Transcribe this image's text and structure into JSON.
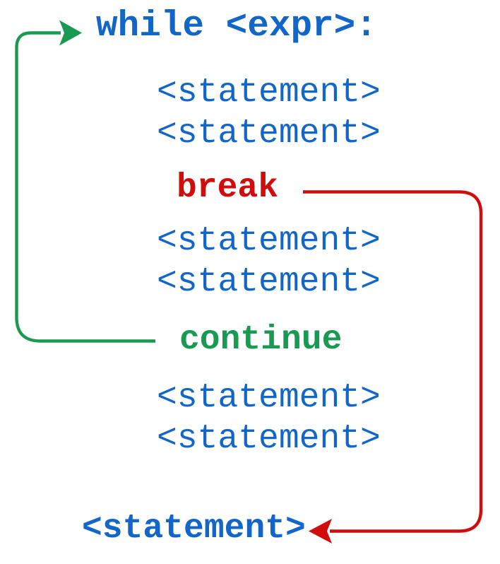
{
  "colors": {
    "blue": "#1266c8",
    "red": "#d10c0c",
    "green": "#189a52",
    "background": "#ffffff"
  },
  "lines": [
    {
      "id": "while-header",
      "text": "while <expr>:",
      "color": "blue",
      "bold": true
    },
    {
      "id": "statement-1",
      "text": "<statement>",
      "color": "blue",
      "bold": false
    },
    {
      "id": "statement-2",
      "text": "<statement>",
      "color": "blue",
      "bold": false
    },
    {
      "id": "break-keyword",
      "text": "break",
      "color": "red",
      "bold": true
    },
    {
      "id": "statement-3",
      "text": "<statement>",
      "color": "blue",
      "bold": false
    },
    {
      "id": "statement-4",
      "text": "<statement>",
      "color": "blue",
      "bold": false
    },
    {
      "id": "continue-keyword",
      "text": "continue",
      "color": "green",
      "bold": true
    },
    {
      "id": "statement-5",
      "text": "<statement>",
      "color": "blue",
      "bold": false
    },
    {
      "id": "statement-6",
      "text": "<statement>",
      "color": "blue",
      "bold": false
    },
    {
      "id": "statement-after-loop",
      "text": "<statement>",
      "color": "blue",
      "bold": true
    }
  ],
  "arrows": {
    "continue_loop": {
      "name": "continue-loop-arrow",
      "color": "green"
    },
    "break_exit": {
      "name": "break-exit-arrow",
      "color": "red"
    }
  }
}
